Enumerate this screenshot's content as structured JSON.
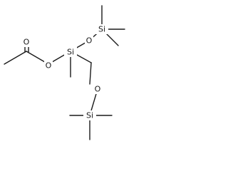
{
  "atoms": {
    "si_center": "Si",
    "si_top": "Si",
    "si_bottom": "Si",
    "o_top": "O",
    "o_bottom": "O",
    "o_ester": "O",
    "o_carbonyl": "O"
  },
  "colors": {
    "stroke": "#1a1a1a",
    "background": "#ffffff"
  }
}
